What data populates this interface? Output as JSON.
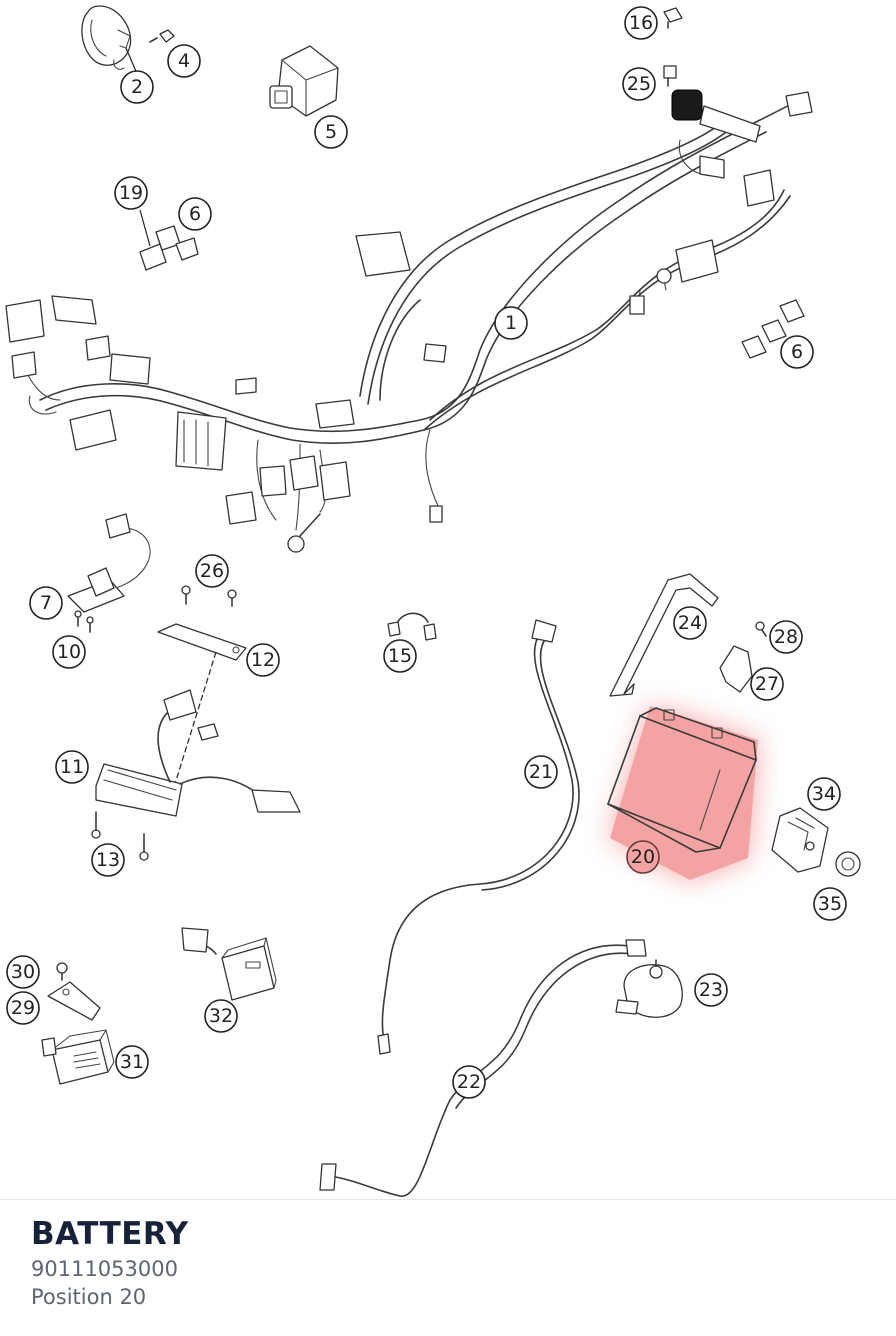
{
  "diagram": {
    "highlight_color": "#f08080",
    "callouts": [
      "1",
      "2",
      "4",
      "5",
      "6",
      "6",
      "7",
      "10",
      "11",
      "12",
      "13",
      "15",
      "16",
      "19",
      "20",
      "21",
      "22",
      "23",
      "24",
      "25",
      "26",
      "27",
      "28",
      "29",
      "30",
      "31",
      "32",
      "34",
      "35"
    ],
    "highlighted_callout": "20"
  },
  "selection": {
    "name": "BATTERY",
    "part_number": "90111053000",
    "position_label": "Position 20"
  }
}
